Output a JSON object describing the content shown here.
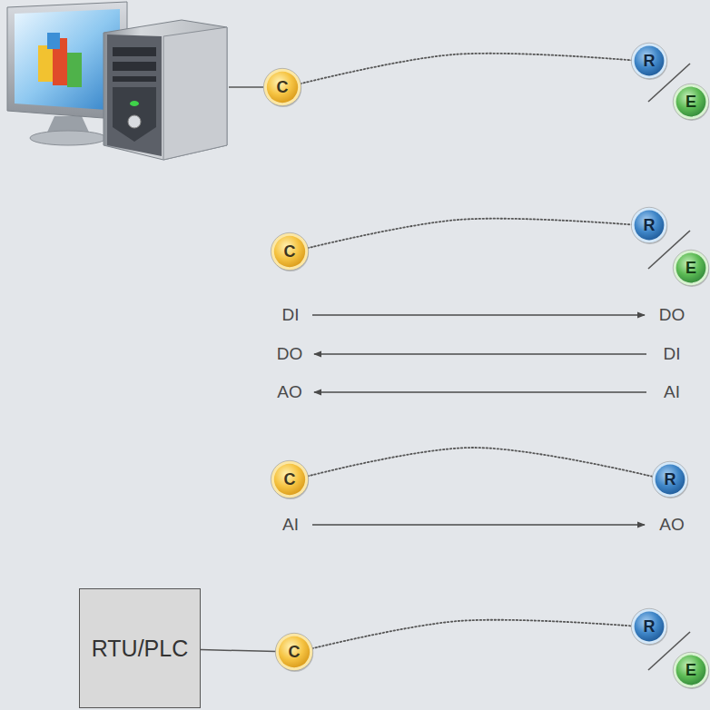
{
  "diagram": {
    "nodes": [
      {
        "text": [
          "C"
        ]
      },
      {
        "text": [
          "R"
        ]
      },
      {
        "text": [
          "E"
        ]
      },
      {
        "text": [
          "C"
        ]
      },
      {
        "text": [
          "R"
        ]
      },
      {
        "text": [
          "E"
        ]
      },
      {
        "text": [
          "C"
        ]
      },
      {
        "text": [
          "R"
        ]
      },
      {
        "text": [
          "RTU/PLC"
        ]
      },
      {
        "text": [
          "C"
        ]
      },
      {
        "text": [
          "R"
        ]
      },
      {
        "text": [
          "E"
        ]
      }
    ],
    "edges": [
      {
        "from": 0,
        "to": 1,
        "arrow": "none"
      },
      {
        "from": 3,
        "to": 4,
        "arrow": "none"
      },
      {
        "from": 6,
        "to": 7,
        "arrow": "none"
      },
      {
        "from": 8,
        "to": 9,
        "arrow": "none"
      },
      {
        "from": 9,
        "to": 10,
        "arrow": "none"
      }
    ],
    "labels": [
      "DI",
      "DO",
      "DO",
      "DI",
      "AO",
      "AI",
      "AI",
      "AO"
    ]
  }
}
